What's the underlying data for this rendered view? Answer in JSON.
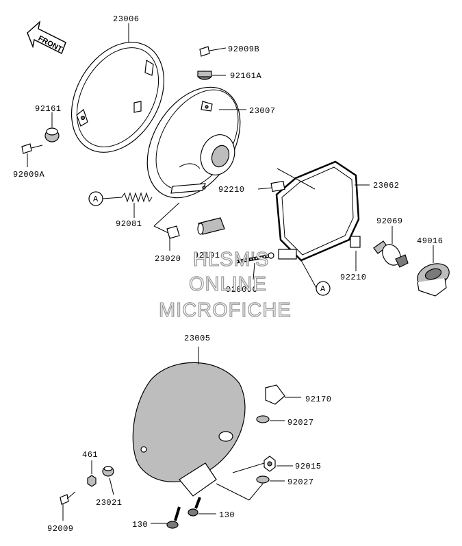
{
  "front_arrow": {
    "text": "FRONT"
  },
  "reference_marker": "A",
  "callouts": [
    {
      "id": "23006",
      "text": "23006"
    },
    {
      "id": "92009B",
      "text": "92009B"
    },
    {
      "id": "92161A",
      "text": "92161A"
    },
    {
      "id": "92161",
      "text": "92161"
    },
    {
      "id": "23007",
      "text": "23007"
    },
    {
      "id": "92009A",
      "text": "92009A"
    },
    {
      "id": "92210a",
      "text": "92210"
    },
    {
      "id": "23062",
      "text": "23062"
    },
    {
      "id": "92081",
      "text": "92081"
    },
    {
      "id": "92069",
      "text": "92069"
    },
    {
      "id": "49016",
      "text": "49016"
    },
    {
      "id": "92191",
      "text": "92191"
    },
    {
      "id": "23020",
      "text": "23020"
    },
    {
      "id": "92009C",
      "text": "92009C"
    },
    {
      "id": "92210b",
      "text": "92210"
    },
    {
      "id": "23005",
      "text": "23005"
    },
    {
      "id": "92170",
      "text": "92170"
    },
    {
      "id": "92027a",
      "text": "92027"
    },
    {
      "id": "461",
      "text": "461"
    },
    {
      "id": "92015",
      "text": "92015"
    },
    {
      "id": "92027b",
      "text": "92027"
    },
    {
      "id": "23021",
      "text": "23021"
    },
    {
      "id": "130a",
      "text": "130"
    },
    {
      "id": "130b",
      "text": "130"
    },
    {
      "id": "92009",
      "text": "92009"
    }
  ],
  "watermark": [
    "HLSM'S",
    "ONLINE",
    "MICROFICHE"
  ]
}
